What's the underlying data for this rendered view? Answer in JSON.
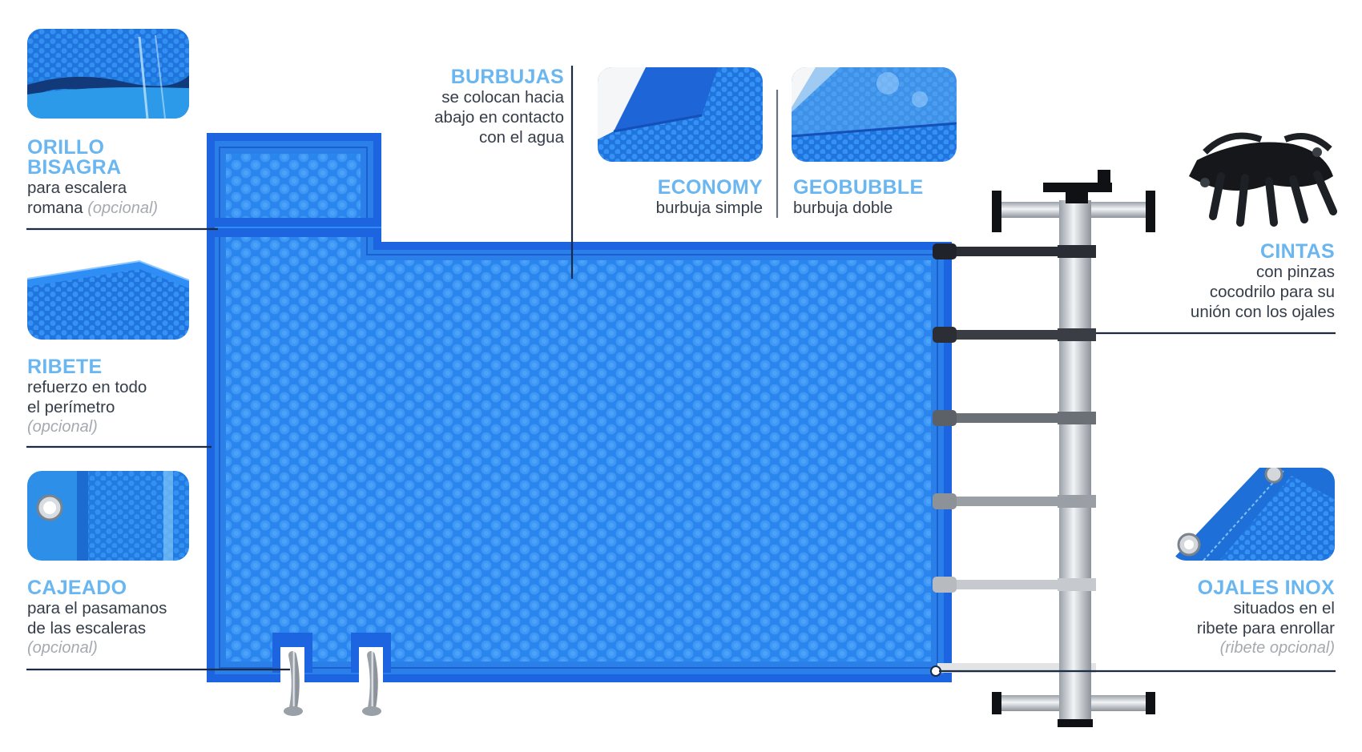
{
  "colors": {
    "accent": "#69b6f0",
    "pool_blue": "#2a86ee",
    "pool_edge": "#1c64e0",
    "text": "#353d49",
    "muted": "#a6aab0",
    "line": "#1a2b45"
  },
  "labels": {
    "orillo": {
      "title1": "ORILLO",
      "title2": "BISAGRA",
      "desc1": "para escalera",
      "desc2": "romana",
      "opt": "(opcional)"
    },
    "ribete": {
      "title": "RIBETE",
      "desc1": "refuerzo en todo",
      "desc2": "el perímetro",
      "opt": "(opcional)"
    },
    "cajeado": {
      "title": "CAJEADO",
      "desc1": "para el pasamanos",
      "desc2": "de las escaleras",
      "opt": "(opcional)"
    },
    "burbujas": {
      "title": "BURBUJAS",
      "desc1": "se colocan hacia",
      "desc2": "abajo en contacto",
      "desc3": "con el agua"
    },
    "economy": {
      "title": "ECONOMY",
      "desc": "burbuja simple"
    },
    "geobubble": {
      "title": "GEOBUBBLE",
      "desc": "burbuja doble"
    },
    "cintas": {
      "title": "CINTAS",
      "desc1": "con pinzas",
      "desc2": "cocodrilo para su",
      "desc3": "unión con los ojales"
    },
    "ojales": {
      "title": "OJALES INOX",
      "desc1": "situados en el",
      "desc2": "ribete para enrollar",
      "opt": "(ribete opcional)"
    }
  },
  "icons": {
    "orillo_photo": "hinge-edge-photo-icon",
    "ribete_photo": "perimeter-trim-photo-icon",
    "cajeado_photo": "handrail-cutout-photo-icon",
    "economy_photo": "single-bubble-photo-icon",
    "geobubble_photo": "double-bubble-photo-icon",
    "cintas_photo": "crocodile-clip-straps-photo-icon",
    "ojales_photo": "stainless-eyelet-photo-icon",
    "roller": "cover-roller-icon",
    "ladder_rails": "pool-ladder-rails-icon"
  }
}
